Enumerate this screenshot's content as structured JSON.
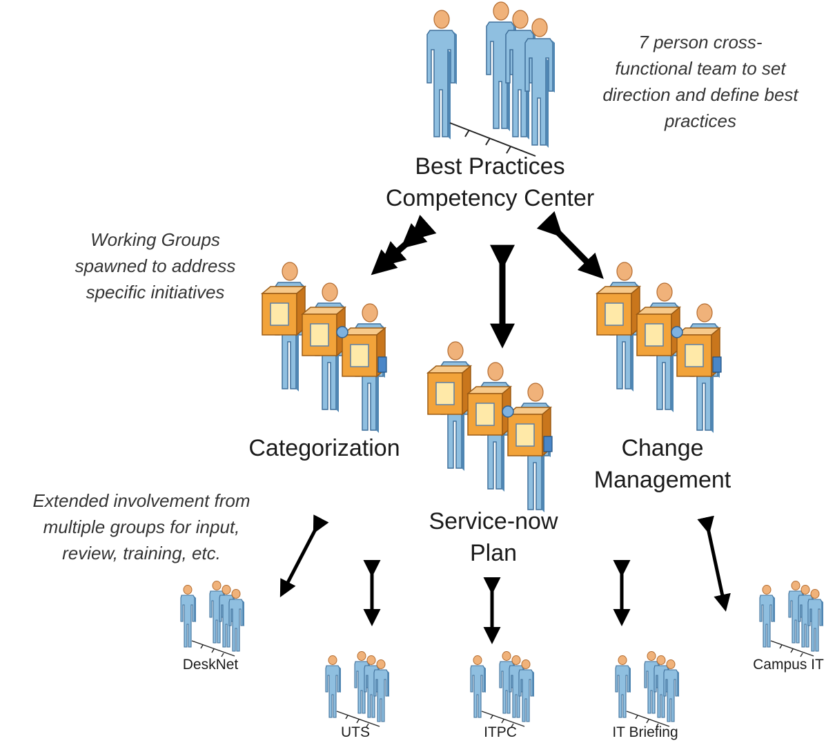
{
  "center": {
    "line1": "Best Practices",
    "line2": "Competency Center"
  },
  "groups": {
    "categorization": "Categorization",
    "change_line1": "Change",
    "change_line2": "Management",
    "service_line1": "Service-now",
    "service_line2": "Plan"
  },
  "teams": {
    "desknet": "DeskNet",
    "uts": "UTS",
    "itpc": "ITPC",
    "it_briefing": "IT Briefing",
    "campus_it": "Campus IT"
  },
  "notes": {
    "team": [
      "7 person cross-",
      "functional team to set",
      "direction and define best",
      "practices"
    ],
    "working": [
      "Working Groups",
      "spawned to address",
      "specific initiatives"
    ],
    "extended": [
      "Extended involvement from",
      "multiple groups for input,",
      "review, training, etc."
    ]
  },
  "colors": {
    "person": "#8fbfe0",
    "person_shadow": "#4f86b3",
    "head": "#f0b27a",
    "box": "#f2a33a",
    "arrow": "#000000"
  }
}
